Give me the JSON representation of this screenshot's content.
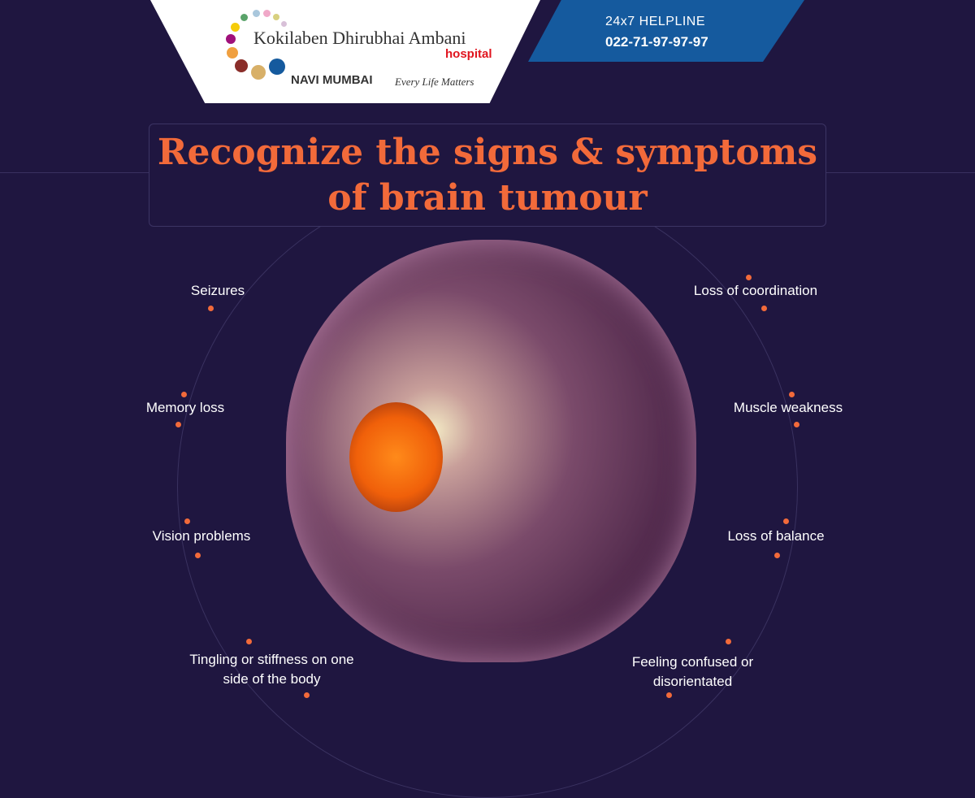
{
  "header": {
    "brand_name": "Kokilaben Dhirubhai Ambani",
    "brand_sub": "hospital",
    "location": "NAVI MUMBAI",
    "tagline": "Every Life Matters",
    "helpline_label": "24x7 HELPLINE",
    "helpline_number": "022-71-97-97-97"
  },
  "title": {
    "line1": "Recognize the signs & symptoms",
    "line2": "of brain tumour"
  },
  "symptoms_left": [
    "Seizures",
    "Memory loss",
    "Vision problems",
    "Tingling or stiffness on one side of the body"
  ],
  "symptoms_right": [
    "Loss of coordination",
    "Muscle weakness",
    "Loss of balance",
    "Feeling confused or disorientated"
  ],
  "colors": {
    "background": "#1f1640",
    "accent": "#f26a3a",
    "helpline": "#155a9e"
  }
}
